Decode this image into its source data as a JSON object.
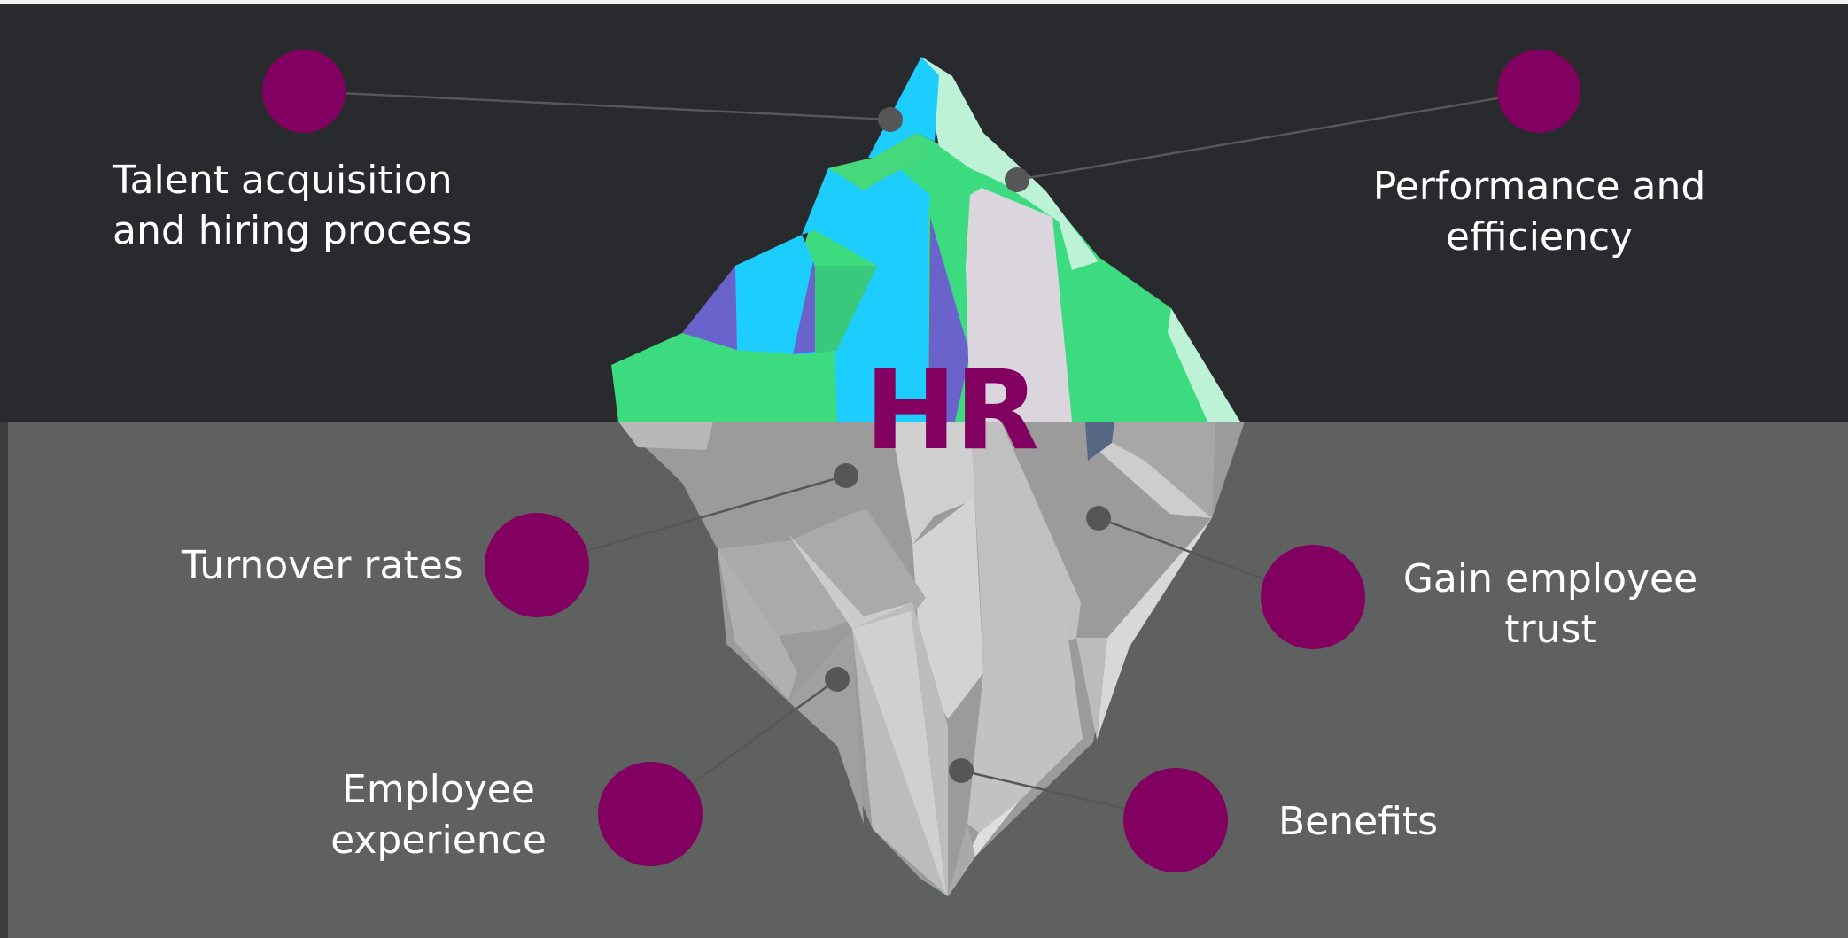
{
  "colors": {
    "above_water": "#292a2d",
    "below_water": "#5f6060",
    "accent": "#820060",
    "connector_dot": "#555658",
    "connector_line": "#565759"
  },
  "title": "HR",
  "above_water_items": [
    {
      "id": "talent",
      "label": "Talent acquisition\nand hiring process"
    },
    {
      "id": "performance",
      "label": "Performance and\nefficiency"
    }
  ],
  "below_water_items": [
    {
      "id": "turnover",
      "label": "Turnover rates"
    },
    {
      "id": "trust",
      "label": "Gain employee\ntrust"
    },
    {
      "id": "experience",
      "label": "Employee\nexperience"
    },
    {
      "id": "benefits",
      "label": "Benefits"
    }
  ]
}
